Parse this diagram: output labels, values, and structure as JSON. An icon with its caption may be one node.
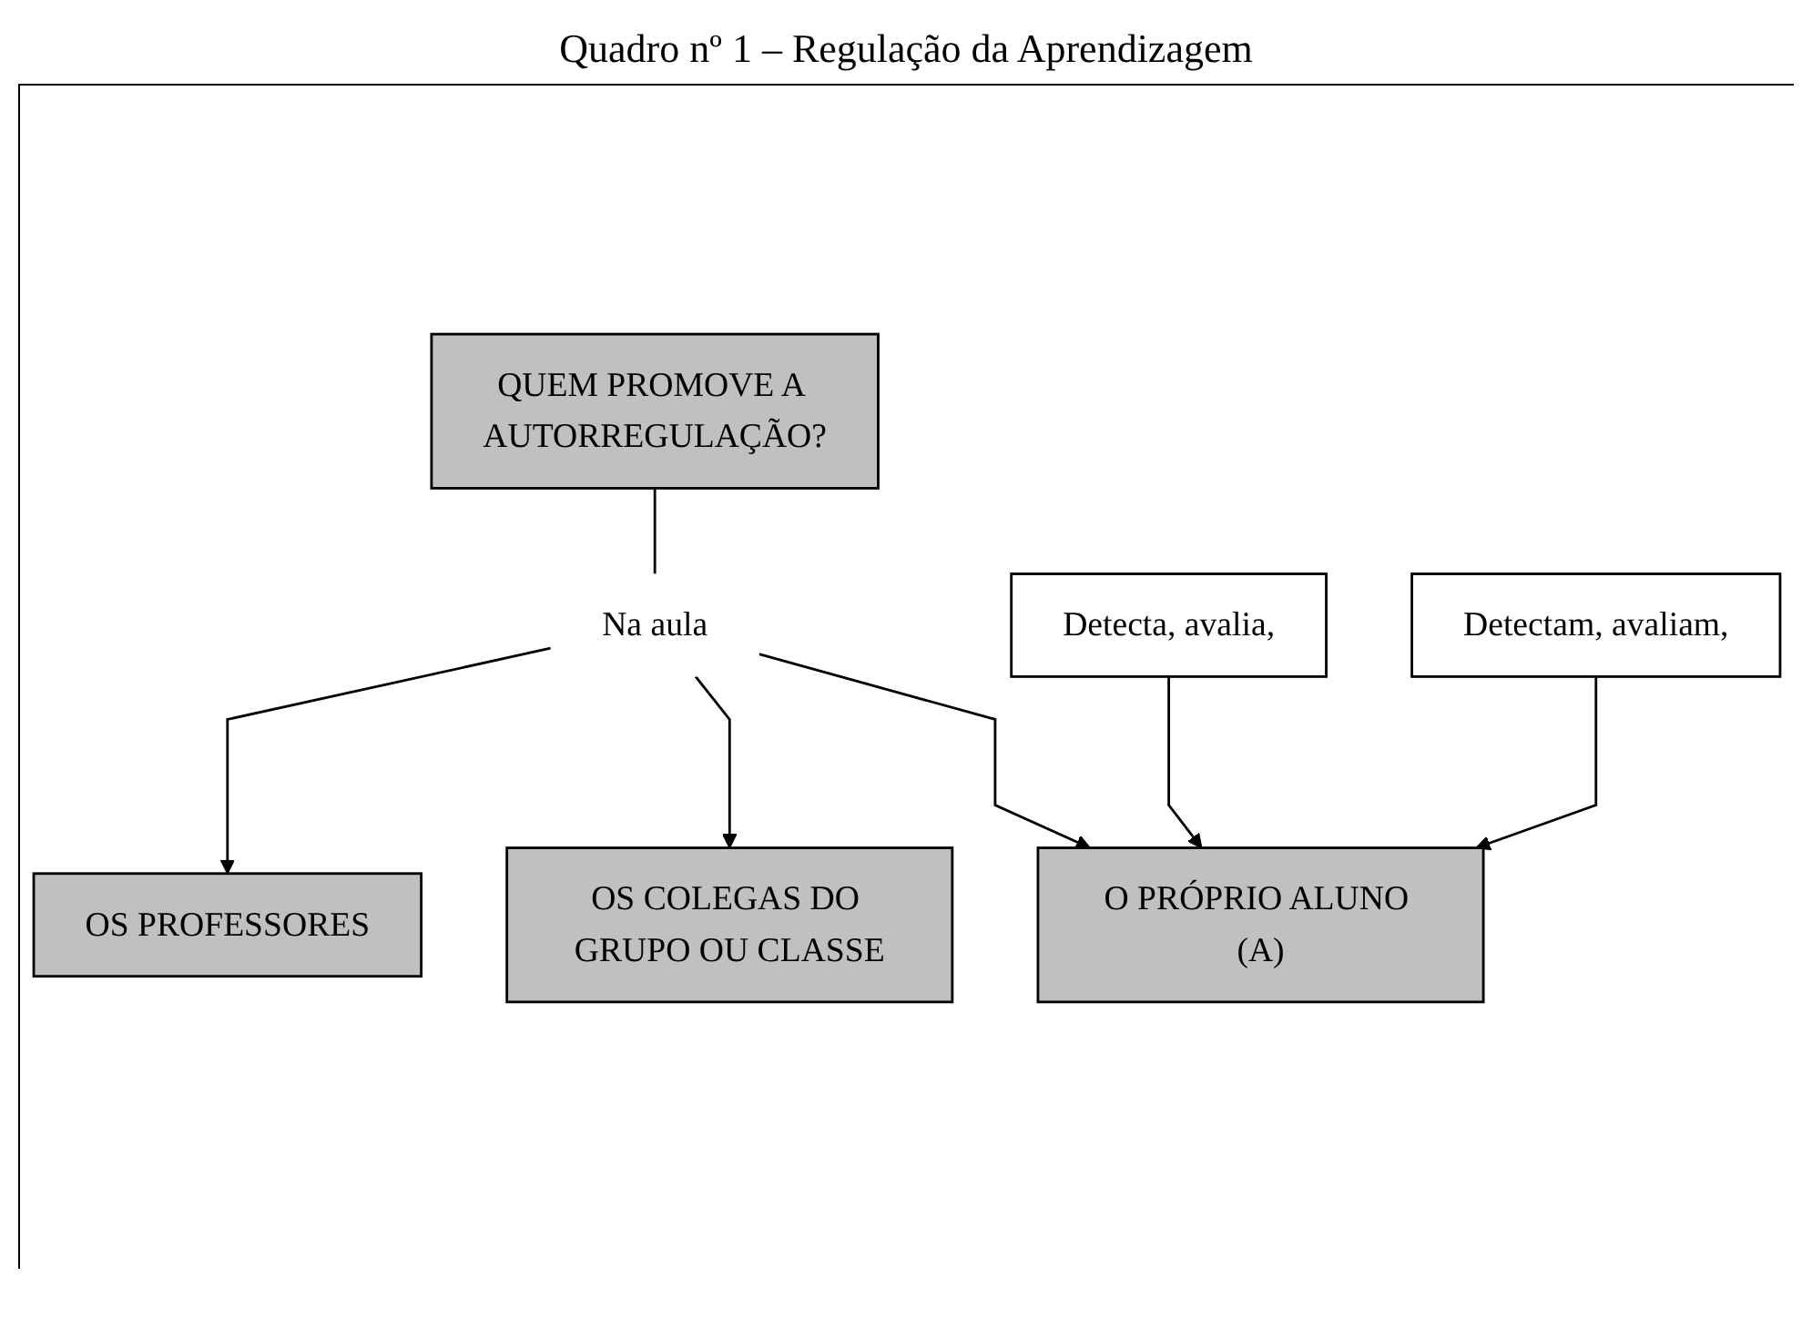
{
  "diagram": {
    "title": "Quadro nº 1 – Regulação da Aprendizagem",
    "nodes": [
      {
        "text": [
          "QUEM PROMOVE A AUTORREGULAÇÃO?"
        ]
      },
      {
        "text": [
          "Na aula"
        ]
      },
      {
        "text": [
          "OS PROFESSORES"
        ]
      },
      {
        "text": [
          "OS COLEGAS DO GRUPO OU CLASSE"
        ]
      },
      {
        "text": [
          "Detecta, avalia,"
        ]
      },
      {
        "text": [
          "Detectam, avaliam,"
        ]
      },
      {
        "text": [
          "O PRÓPRIO ALUNO (A)"
        ]
      }
    ],
    "edges": [
      {
        "from": 0,
        "to": 1,
        "arrow": "none"
      },
      {
        "from": 1,
        "to": 2,
        "arrow": "to"
      },
      {
        "from": 1,
        "to": 3,
        "arrow": "to"
      },
      {
        "from": 1,
        "to": 6,
        "arrow": "to"
      },
      {
        "from": 4,
        "to": 6,
        "arrow": "to"
      },
      {
        "from": 5,
        "to": 6,
        "arrow": "to"
      }
    ]
  }
}
